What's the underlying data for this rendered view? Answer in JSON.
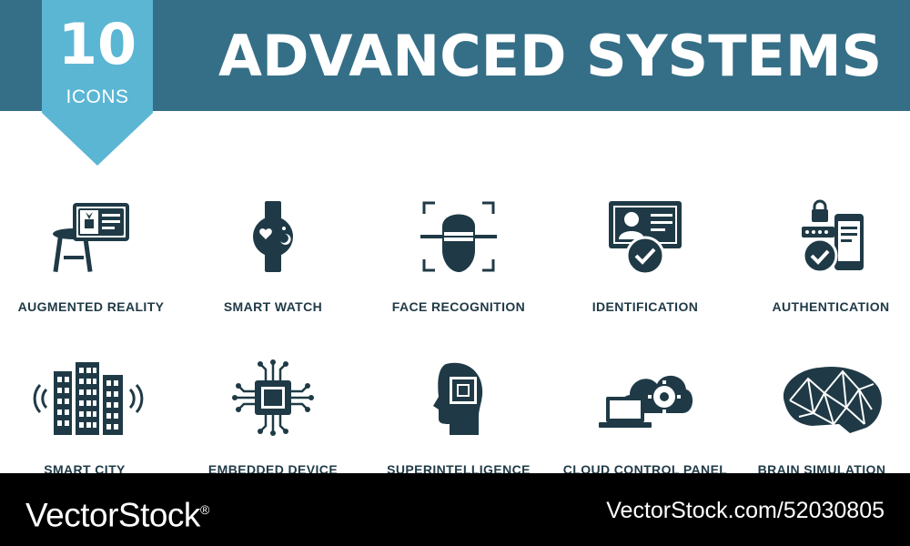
{
  "header": {
    "title": "ADVANCED SYSTEMS",
    "badge_number": "10",
    "badge_label": "ICONS"
  },
  "icons": [
    {
      "label": "AUGMENTED REALITY",
      "icon": "augmented-reality-icon"
    },
    {
      "label": "SMART WATCH",
      "icon": "smart-watch-icon"
    },
    {
      "label": "FACE RECOGNITION",
      "icon": "face-recognition-icon"
    },
    {
      "label": "IDENTIFICATION",
      "icon": "identification-icon"
    },
    {
      "label": "AUTHENTICATION",
      "icon": "authentication-icon"
    },
    {
      "label": "SMART CITY",
      "icon": "smart-city-icon"
    },
    {
      "label": "EMBEDDED DEVICE",
      "icon": "embedded-device-icon"
    },
    {
      "label": "SUPERINTELLIGENCE",
      "icon": "superintelligence-icon"
    },
    {
      "label": "CLOUD CONTROL PANEL",
      "icon": "cloud-control-panel-icon"
    },
    {
      "label": "BRAIN SIMULATION",
      "icon": "brain-simulation-icon"
    }
  ],
  "footer": {
    "brand": "VectorStock",
    "registered_mark": "®",
    "image_id": "VectorStock.com/52030805"
  },
  "colors": {
    "header_bg": "#356f87",
    "badge_bg": "#5bb6d4",
    "icon_fill": "#1f3a46",
    "footer_bg": "#000000"
  }
}
